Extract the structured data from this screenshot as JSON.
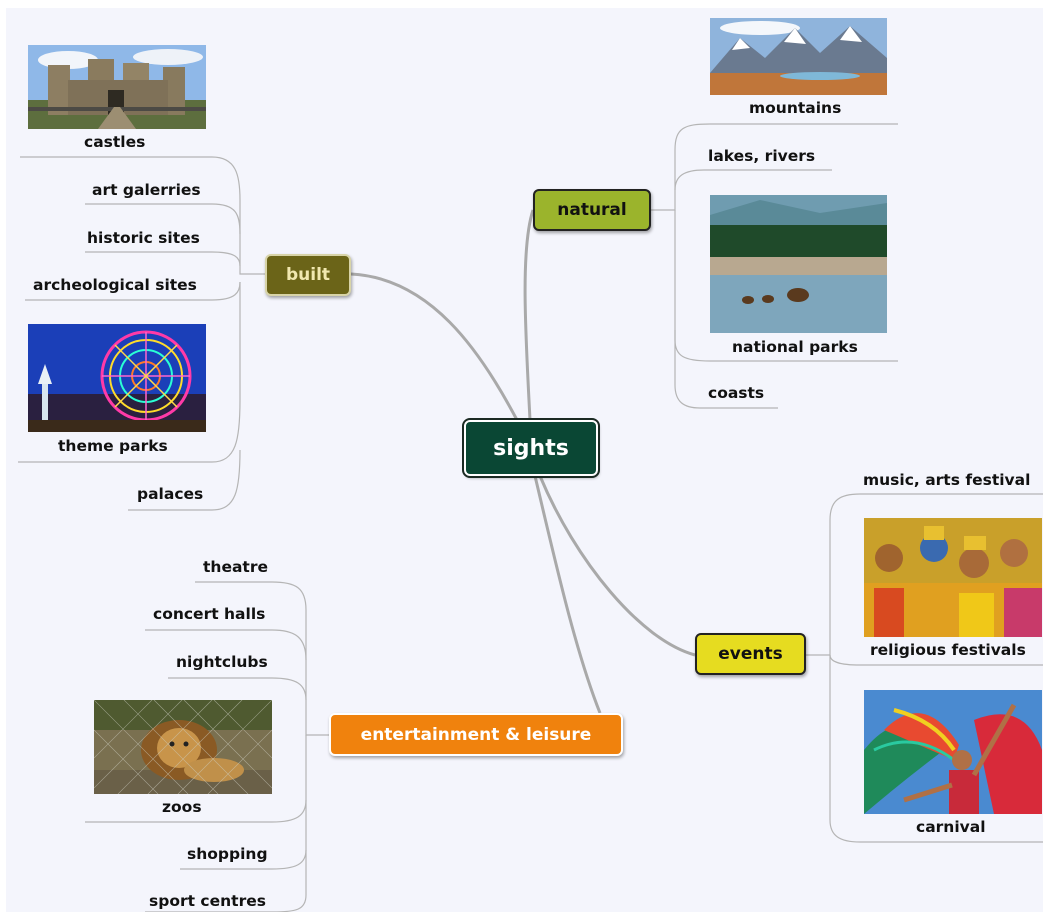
{
  "central": {
    "label": "sights"
  },
  "branches": {
    "built": {
      "label": "built",
      "color": "#6b6418",
      "leaves": [
        "castles",
        "art galerries",
        "historic sites",
        "archeological sites",
        "theme parks",
        "palaces"
      ]
    },
    "natural": {
      "label": "natural",
      "color": "#9bb42c",
      "leaves": [
        "mountains",
        "lakes, rivers",
        "national parks",
        "coasts"
      ]
    },
    "events": {
      "label": "events",
      "color": "#e6dc20",
      "leaves": [
        "music, arts festival",
        "religious festivals",
        "carnival"
      ]
    },
    "entertainment": {
      "label": "entertainment & leisure",
      "color": "#f0820d",
      "leaves": [
        "theatre",
        "concert halls",
        "nightclubs",
        "zoos",
        "shopping",
        "sport centres"
      ]
    }
  },
  "central_color": "#0a4734"
}
